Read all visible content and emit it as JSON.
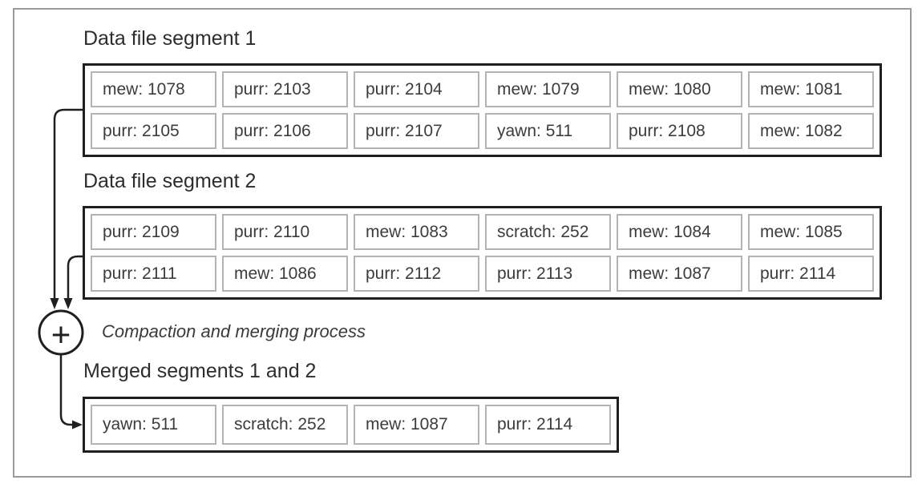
{
  "segment1": {
    "title": "Data file segment 1",
    "rows": [
      [
        "mew: 1078",
        "purr: 2103",
        "purr: 2104",
        "mew: 1079",
        "mew: 1080",
        "mew: 1081"
      ],
      [
        "purr: 2105",
        "purr: 2106",
        "purr: 2107",
        "yawn: 511",
        "purr: 2108",
        "mew: 1082"
      ]
    ]
  },
  "segment2": {
    "title": "Data file segment 2",
    "rows": [
      [
        "purr: 2109",
        "purr: 2110",
        "mew: 1083",
        "scratch: 252",
        "mew: 1084",
        "mew: 1085"
      ],
      [
        "purr: 2111",
        "mew: 1086",
        "purr: 2112",
        "purr: 2113",
        "mew: 1087",
        "purr: 2114"
      ]
    ]
  },
  "merge": {
    "operator": "+",
    "label": "Compaction and merging process"
  },
  "merged": {
    "title": "Merged segments 1 and 2",
    "rows": [
      [
        "yawn: 511",
        "scratch: 252",
        "mew: 1087",
        "purr: 2114"
      ]
    ]
  },
  "colors": {
    "line": "#1f1f1f",
    "segment_border": "#1f1f1f",
    "cell_border": "#b3b3b3",
    "outer_border": "#9a9a9a",
    "text": "#3c3c3c",
    "title_text": "#2d2d2d"
  }
}
